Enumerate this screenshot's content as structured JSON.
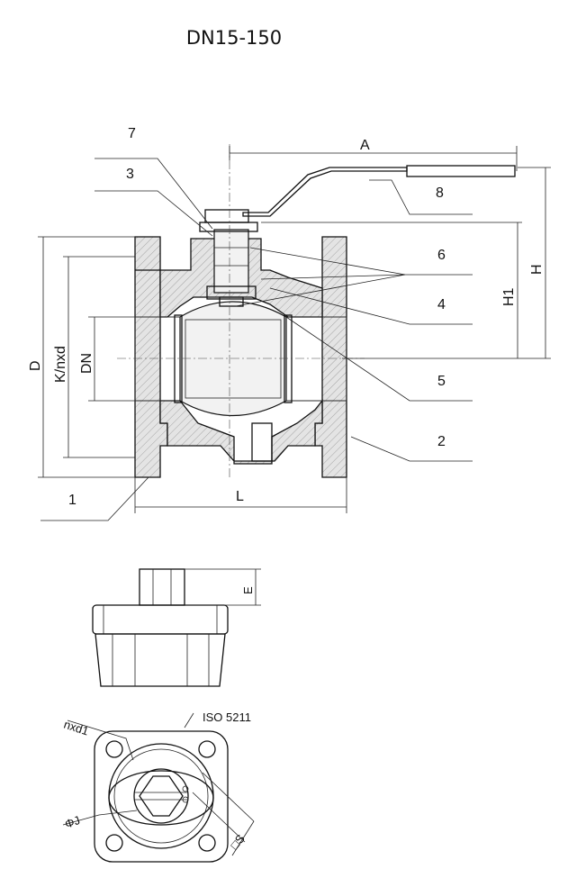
{
  "title": "DN15-150",
  "callouts": {
    "c1": "1",
    "c2": "2",
    "c3": "3",
    "c4": "4",
    "c5": "5",
    "c6": "6",
    "c7": "7",
    "c8": "8"
  },
  "dimensions": {
    "A": "A",
    "H": "H",
    "H1": "H1",
    "L": "L",
    "D": "D",
    "K": "K/nxd",
    "DN": "DN",
    "E": "E"
  },
  "flange_labels": {
    "iso": "ISO 5211",
    "nxd1": "nxd1",
    "phiJ": "ΦJ",
    "S": "□S"
  }
}
